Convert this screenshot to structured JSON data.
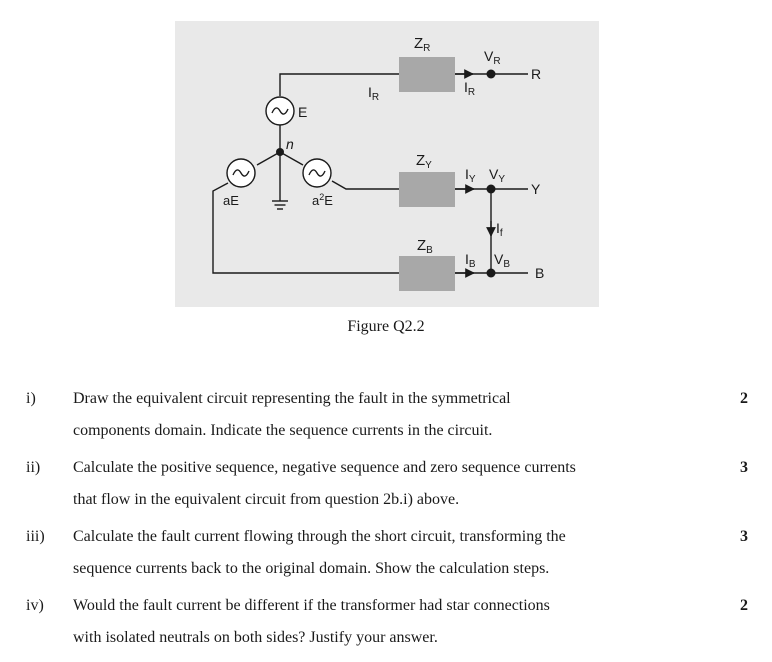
{
  "figure": {
    "labels": {
      "zr": "Z",
      "zr_sub": "R",
      "vr": "V",
      "vr_sub": "R",
      "r": "R",
      "ir_left": "I",
      "ir_left_sub": "R",
      "ir_right": "I",
      "ir_right_sub": "R",
      "e": "E",
      "n": "n",
      "ae": "aE",
      "a2e_a": "a",
      "a2e_sup": "2",
      "a2e_e": "E",
      "zy": "Z",
      "zy_sub": "Y",
      "iy": "I",
      "iy_sub": "Y",
      "vy": "V",
      "vy_sub": "Y",
      "y": "Y",
      "if": "I",
      "if_sub": "f",
      "zb": "Z",
      "zb_sub": "B",
      "ib": "I",
      "ib_sub": "B",
      "vb": "V",
      "vb_sub": "B",
      "b": "B"
    },
    "colors": {
      "background": "#e9e9e9",
      "impedance": "#a8a8a8",
      "line": "#1a1a1a"
    }
  },
  "caption": "Figure Q2.2",
  "questions": [
    {
      "num": "i)",
      "line1": "Draw the equivalent circuit representing the fault in the symmetrical",
      "line2": "components domain. Indicate the sequence currents in the circuit.",
      "marks": "2"
    },
    {
      "num": "ii)",
      "line1": "Calculate the positive sequence, negative sequence and zero sequence currents",
      "line2": "that flow in the equivalent circuit from question 2b.i) above.",
      "marks": "3"
    },
    {
      "num": "iii)",
      "line1": "Calculate the fault current flowing through the short circuit, transforming the",
      "line2": "sequence currents back to the original domain. Show the calculation steps.",
      "marks": "3"
    },
    {
      "num": "iv)",
      "line1": "Would the fault current be different if the transformer had star connections",
      "line2": "with isolated neutrals on both sides? Justify your answer.",
      "marks": "2"
    }
  ]
}
